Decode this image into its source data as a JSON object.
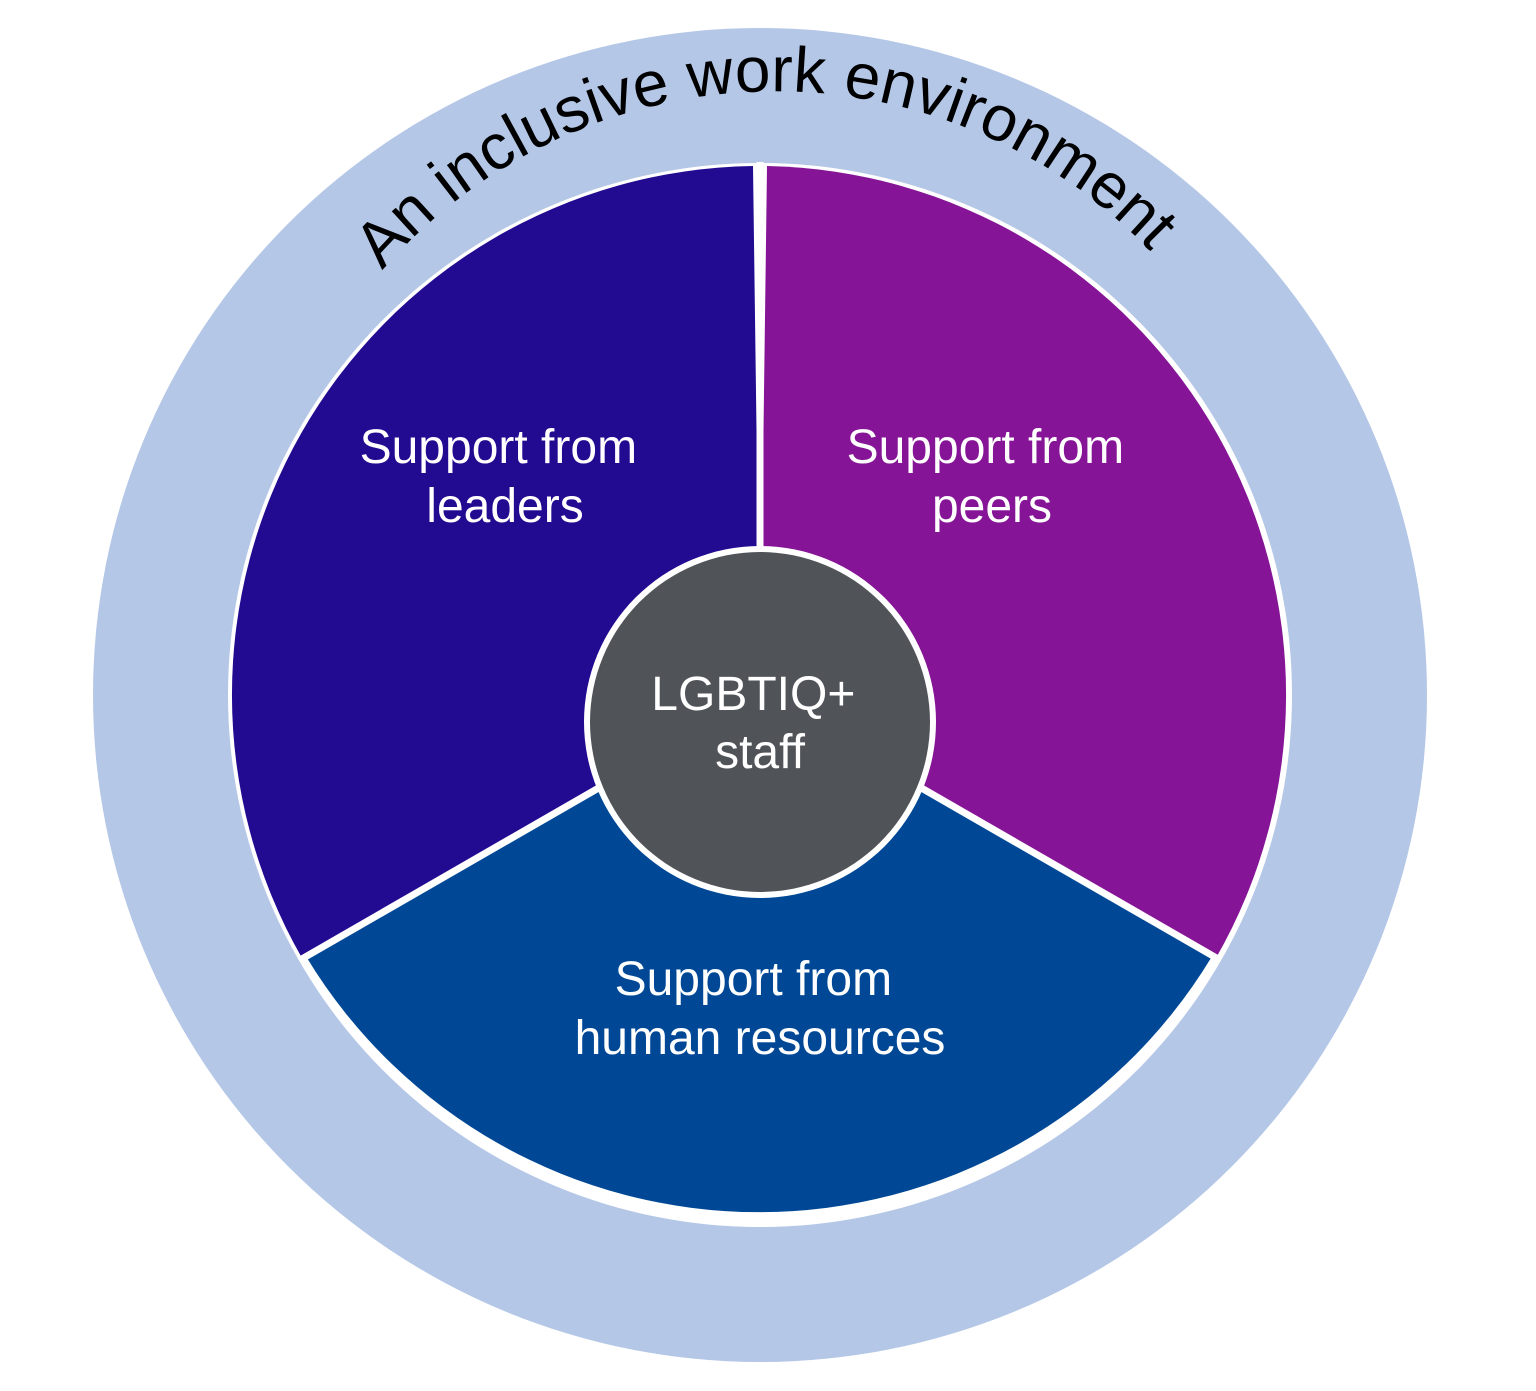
{
  "diagram": {
    "outer_ring": {
      "label": "An inclusive work environment",
      "color": "#b4c7e7"
    },
    "segments": [
      {
        "id": "leaders",
        "line1": "Support from",
        "line2": "leaders",
        "color": "#220a91"
      },
      {
        "id": "peers",
        "line1": "Support from",
        "line2": "peers",
        "color": "#861496"
      },
      {
        "id": "hr",
        "line1": "Support from",
        "line2": "human resources",
        "color": "#004896"
      }
    ],
    "center": {
      "line1": "LGBTIQ+",
      "line2": "staff",
      "color": "#505459"
    },
    "separator_color": "#ffffff"
  }
}
